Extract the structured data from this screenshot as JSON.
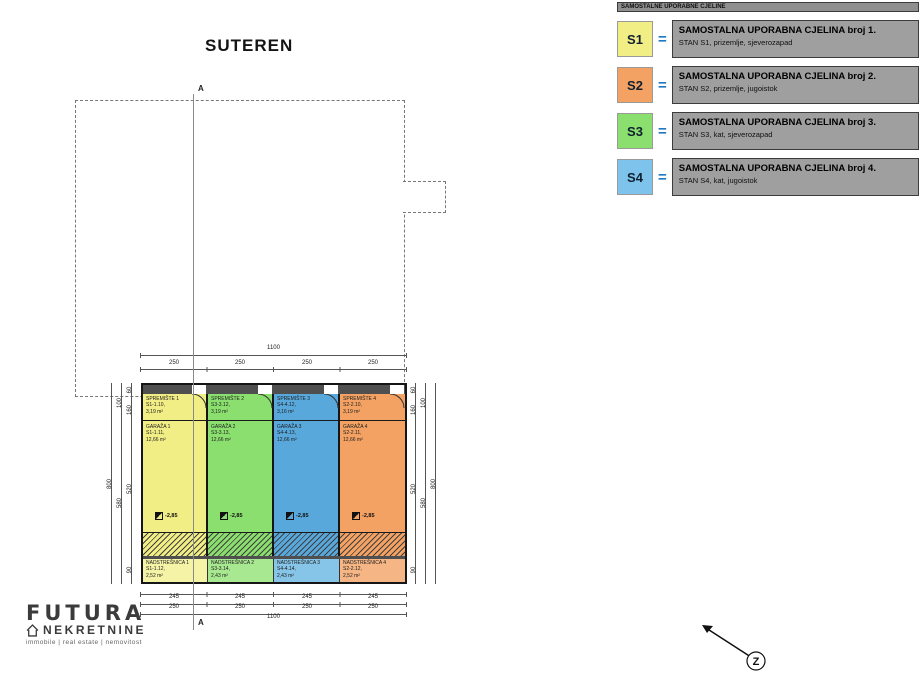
{
  "title": "SUTEREN",
  "legend": {
    "header": "SAMOSTALNE UPORABNE CJELINE",
    "equals": "=",
    "items": [
      {
        "code": "S1",
        "color": "#f2ee86",
        "title": "SAMOSTALNA UPORABNA CJELINA broj 1.",
        "subtitle": "STAN S1, prizemlje, sjeverozapad"
      },
      {
        "code": "S2",
        "color": "#f4a263",
        "title": "SAMOSTALNA UPORABNA CJELINA broj 2.",
        "subtitle": "STAN S2, prizemlje, jugoistok"
      },
      {
        "code": "S3",
        "color": "#8adf6e",
        "title": "SAMOSTALNA UPORABNA CJELINA broj 3.",
        "subtitle": "STAN S3, kat, sjeverozapad"
      },
      {
        "code": "S4",
        "color": "#7ec3ec",
        "title": "SAMOSTALNA UPORABNA CJELINA broj 4.",
        "subtitle": "STAN S4, kat, jugoistok"
      }
    ]
  },
  "plan": {
    "section_label": "A",
    "units": [
      {
        "id": "S1",
        "color": "#f2ee86",
        "spremiste_name": "SPREMIŠTE 1",
        "spremiste_code": "S1-1.10,",
        "spremiste_area": "3,19 m²",
        "garaza_name": "GARAŽA 1",
        "garaza_code": "S1-1.11,",
        "garaza_area": "12,66 m²",
        "elevation": "-2,85",
        "nad_name": "NADSTREŠNICA 1",
        "nad_code": "S1-1.12,",
        "nad_area": "2,52 m²"
      },
      {
        "id": "S3",
        "color": "#8adf6e",
        "spremiste_name": "SPREMIŠTE 2",
        "spremiste_code": "S3-3.12,",
        "spremiste_area": "3,19 m²",
        "garaza_name": "GARAŽA 2",
        "garaza_code": "S3-3.13,",
        "garaza_area": "12,66 m²",
        "elevation": "-2,85",
        "nad_name": "NADSTREŠNICA 2",
        "nad_code": "S3-3.14,",
        "nad_area": "2,43 m²"
      },
      {
        "id": "S4",
        "color": "#59a8dc",
        "spremiste_name": "SPREMIŠTE 3",
        "spremiste_code": "S4-4.12,",
        "spremiste_area": "3,16 m²",
        "garaza_name": "GARAŽA 3",
        "garaza_code": "S4-4.13,",
        "garaza_area": "12,66 m²",
        "elevation": "-2,85",
        "nad_name": "NADSTREŠNICA 3",
        "nad_code": "S4-4.14,",
        "nad_area": "2,43 m²"
      },
      {
        "id": "S2",
        "color": "#f4a263",
        "spremiste_name": "SPREMIŠTE 4",
        "spremiste_code": "S2-2.10,",
        "spremiste_area": "3,19 m²",
        "garaza_name": "GARAŽA 4",
        "garaza_code": "S2-2.11,",
        "garaza_area": "12,66 m²",
        "elevation": "-2,85",
        "nad_name": "NADSTREŠNICA 4",
        "nad_code": "S2-2.12,",
        "nad_area": "2,52 m²"
      }
    ]
  },
  "dims": {
    "top_total": "1100",
    "seg250": [
      "250",
      "250",
      "250",
      "250"
    ],
    "seg245": [
      "245",
      "245",
      "245",
      "245"
    ],
    "bottom_total": "1100",
    "side_total": "800",
    "side_a": "60",
    "side_b": "160",
    "side_c": "520",
    "side_d": "90",
    "side_e": "100",
    "side_f": "580"
  },
  "logo": {
    "name": "FUTURA",
    "name2": "NEKRETNINE",
    "tagline": "immobile | real estate | nemovitost"
  },
  "north": {
    "letter": "Z"
  },
  "colors": {
    "wall": "#4f4f4f",
    "legend_box": "#9f9f9f",
    "s1": "#f2ee86",
    "s2": "#f4a263",
    "s3": "#8adf6e",
    "s4": "#59a8dc"
  }
}
